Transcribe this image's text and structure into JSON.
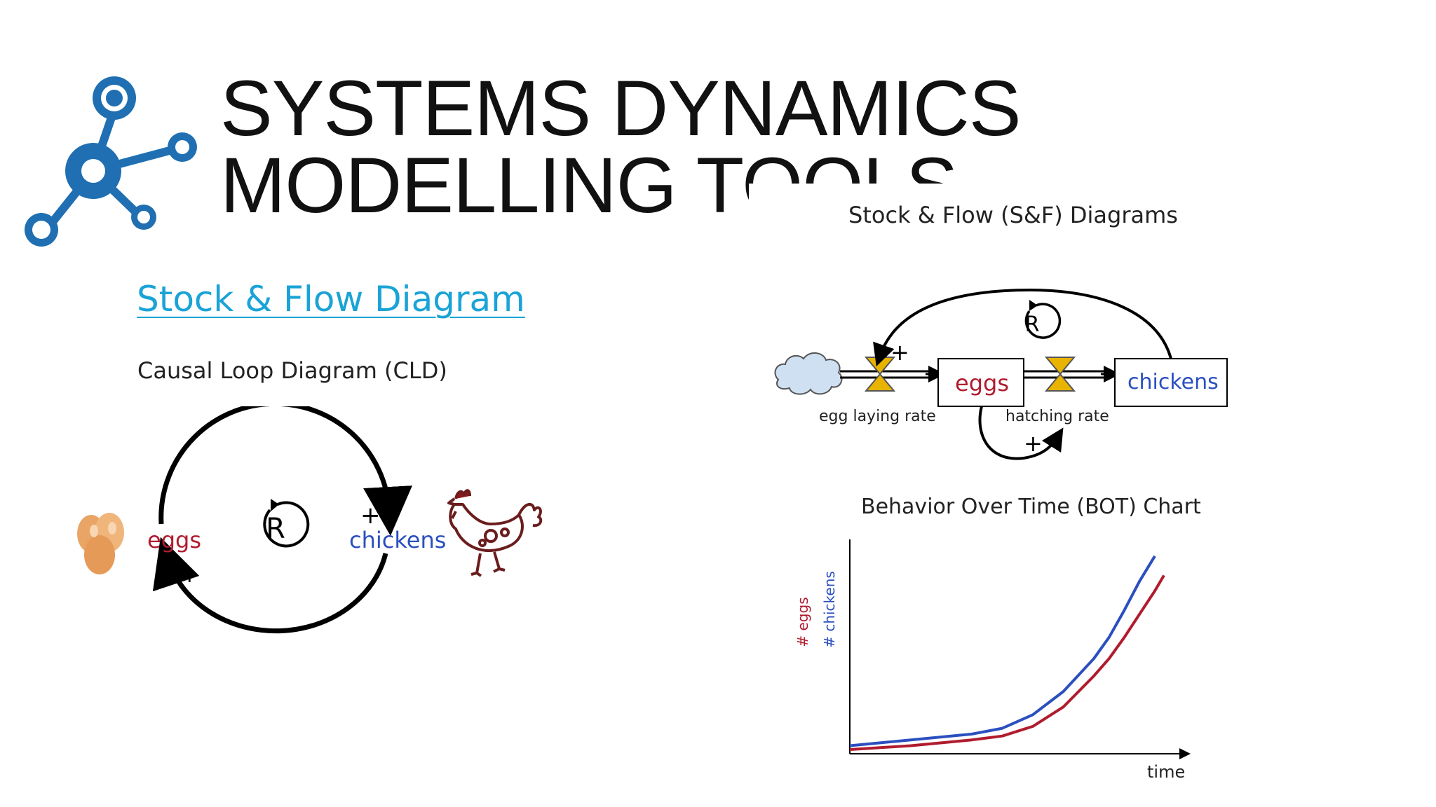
{
  "slide": {
    "title_line1": "SYSTEMS DYNAMICS",
    "title_line2": "MODELLING TOOLS",
    "link_text": "Stock & Flow Diagram"
  },
  "colors": {
    "logo_blue": "#1f6fb2",
    "link_blue": "#1aa3d6",
    "eggs_red": "#b01c2e",
    "chickens_blue": "#2b4fbf",
    "valve_gold": "#e8b400"
  },
  "cld": {
    "heading": "Causal Loop Diagram (CLD)",
    "node_eggs": "eggs",
    "node_chickens": "chickens",
    "polarity_top": "+",
    "polarity_bottom": "+",
    "loop_marker": "R"
  },
  "sf": {
    "heading": "Stock & Flow (S&F) Diagrams",
    "stock_eggs": "eggs",
    "stock_chickens": "chickens",
    "flow_in_label": "egg laying rate",
    "flow_mid_label": "hatching rate",
    "polarity_top": "+",
    "polarity_bottom": "+",
    "loop_marker": "R"
  },
  "chart_data": {
    "type": "line",
    "title": "Behavior Over Time (BOT) Chart",
    "xlabel": "time",
    "ylabels": [
      "# eggs",
      "# chickens"
    ],
    "grid": false,
    "series": [
      {
        "name": "# chickens",
        "color": "#2b4fbf",
        "x": [
          0,
          0.2,
          0.4,
          0.5,
          0.6,
          0.7,
          0.8,
          0.85,
          0.9,
          0.95,
          1.0
        ],
        "y": [
          0.02,
          0.05,
          0.08,
          0.11,
          0.18,
          0.3,
          0.47,
          0.58,
          0.72,
          0.87,
          1.0
        ]
      },
      {
        "name": "# eggs",
        "color": "#b01c2e",
        "x": [
          0,
          0.2,
          0.4,
          0.5,
          0.6,
          0.7,
          0.8,
          0.85,
          0.9,
          0.95,
          1.0,
          1.03
        ],
        "y": [
          0.0,
          0.02,
          0.05,
          0.07,
          0.12,
          0.22,
          0.38,
          0.47,
          0.58,
          0.7,
          0.82,
          0.9
        ]
      }
    ],
    "xlim": [
      0,
      1.03
    ],
    "ylim": [
      0,
      1.05
    ]
  }
}
